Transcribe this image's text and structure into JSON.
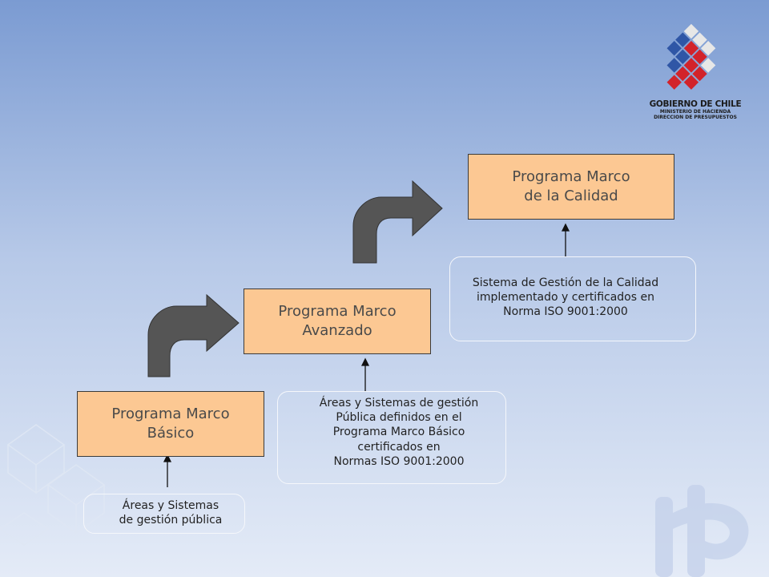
{
  "boxes": {
    "basic": "Programa Marco\nBásico",
    "advanced": "Programa Marco\nAvanzado",
    "quality": "Programa Marco\nde la Calidad"
  },
  "notes": {
    "basic": "Áreas y Sistemas\nde gestión pública",
    "advanced": "Áreas y Sistemas de gestión\nPública definidos en el\nPrograma Marco Básico\ncertificados en\nNormas ISO 9001:2000",
    "quality": "Sistema de Gestión de la Calidad\nimplementado y certificados en\nNorma ISO 9001:2000"
  },
  "logo": {
    "line1": "GOBIERNO DE CHILE",
    "line2": "MINISTERIO DE HACIENDA",
    "line3": "DIRECCION DE PRESUPUESTOS"
  },
  "colors": {
    "box_fill": "#fcc893",
    "arrow_fill": "#555555",
    "logo_blue": "#2f56a6",
    "logo_red": "#d2232a"
  }
}
